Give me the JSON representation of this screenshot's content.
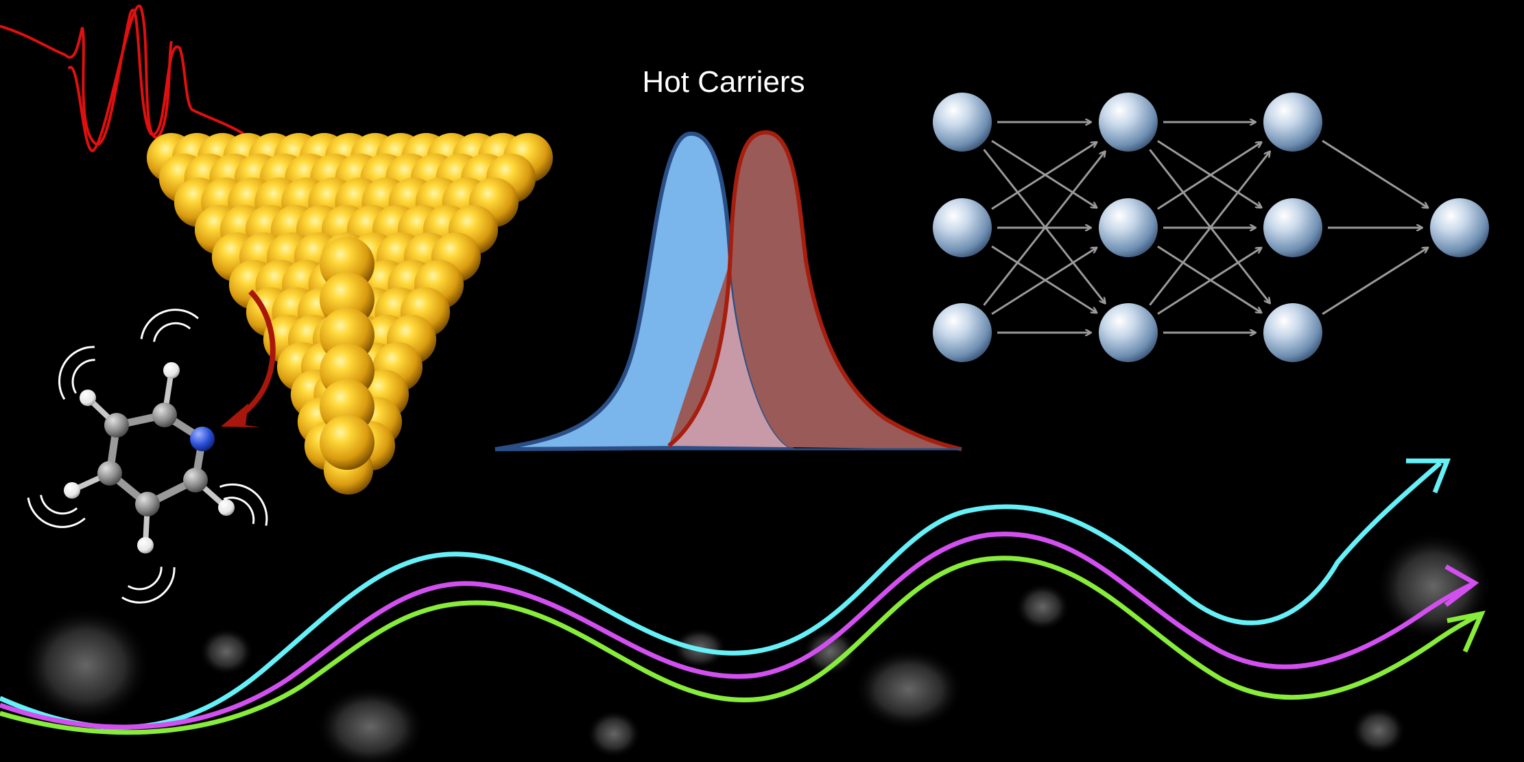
{
  "title": "Hot Carriers",
  "colors": {
    "background": "#000000",
    "gold": "#e8b420",
    "laser_red": "#e01010",
    "transfer_arrow": "#a8160c",
    "cold_distribution_fill": "#7ab6ec",
    "cold_distribution_stroke": "#2a4f86",
    "hot_distribution_fill": "#9a5a58",
    "hot_distribution_stroke": "#a51e0e",
    "overlap_fill": "#c89aa8",
    "neuron": "#9fb8d2",
    "connection": "#9a9a9a",
    "trajectory_cyan": "#66f0f8",
    "trajectory_magenta": "#d24ff0",
    "trajectory_green": "#88ec3a",
    "carbon": "#8a8a8a",
    "nitrogen": "#2a4fd8",
    "hydrogen": "#f2f2f2"
  },
  "icons": {
    "light_pulse": "laser-pulse-icon",
    "nanoparticle": "gold-nanoparticle-icon",
    "molecule": "pyridine-molecule-icon",
    "network": "neural-network-icon"
  },
  "molecule": {
    "atoms": [
      {
        "element": "N"
      },
      {
        "element": "C"
      },
      {
        "element": "C"
      },
      {
        "element": "C"
      },
      {
        "element": "C"
      },
      {
        "element": "C"
      },
      {
        "element": "H"
      },
      {
        "element": "H"
      },
      {
        "element": "H"
      },
      {
        "element": "H"
      },
      {
        "element": "H"
      }
    ]
  },
  "network": {
    "layers": [
      3,
      3,
      3,
      1
    ]
  },
  "trajectories": [
    {
      "color": "cyan"
    },
    {
      "color": "magenta"
    },
    {
      "color": "green"
    }
  ]
}
